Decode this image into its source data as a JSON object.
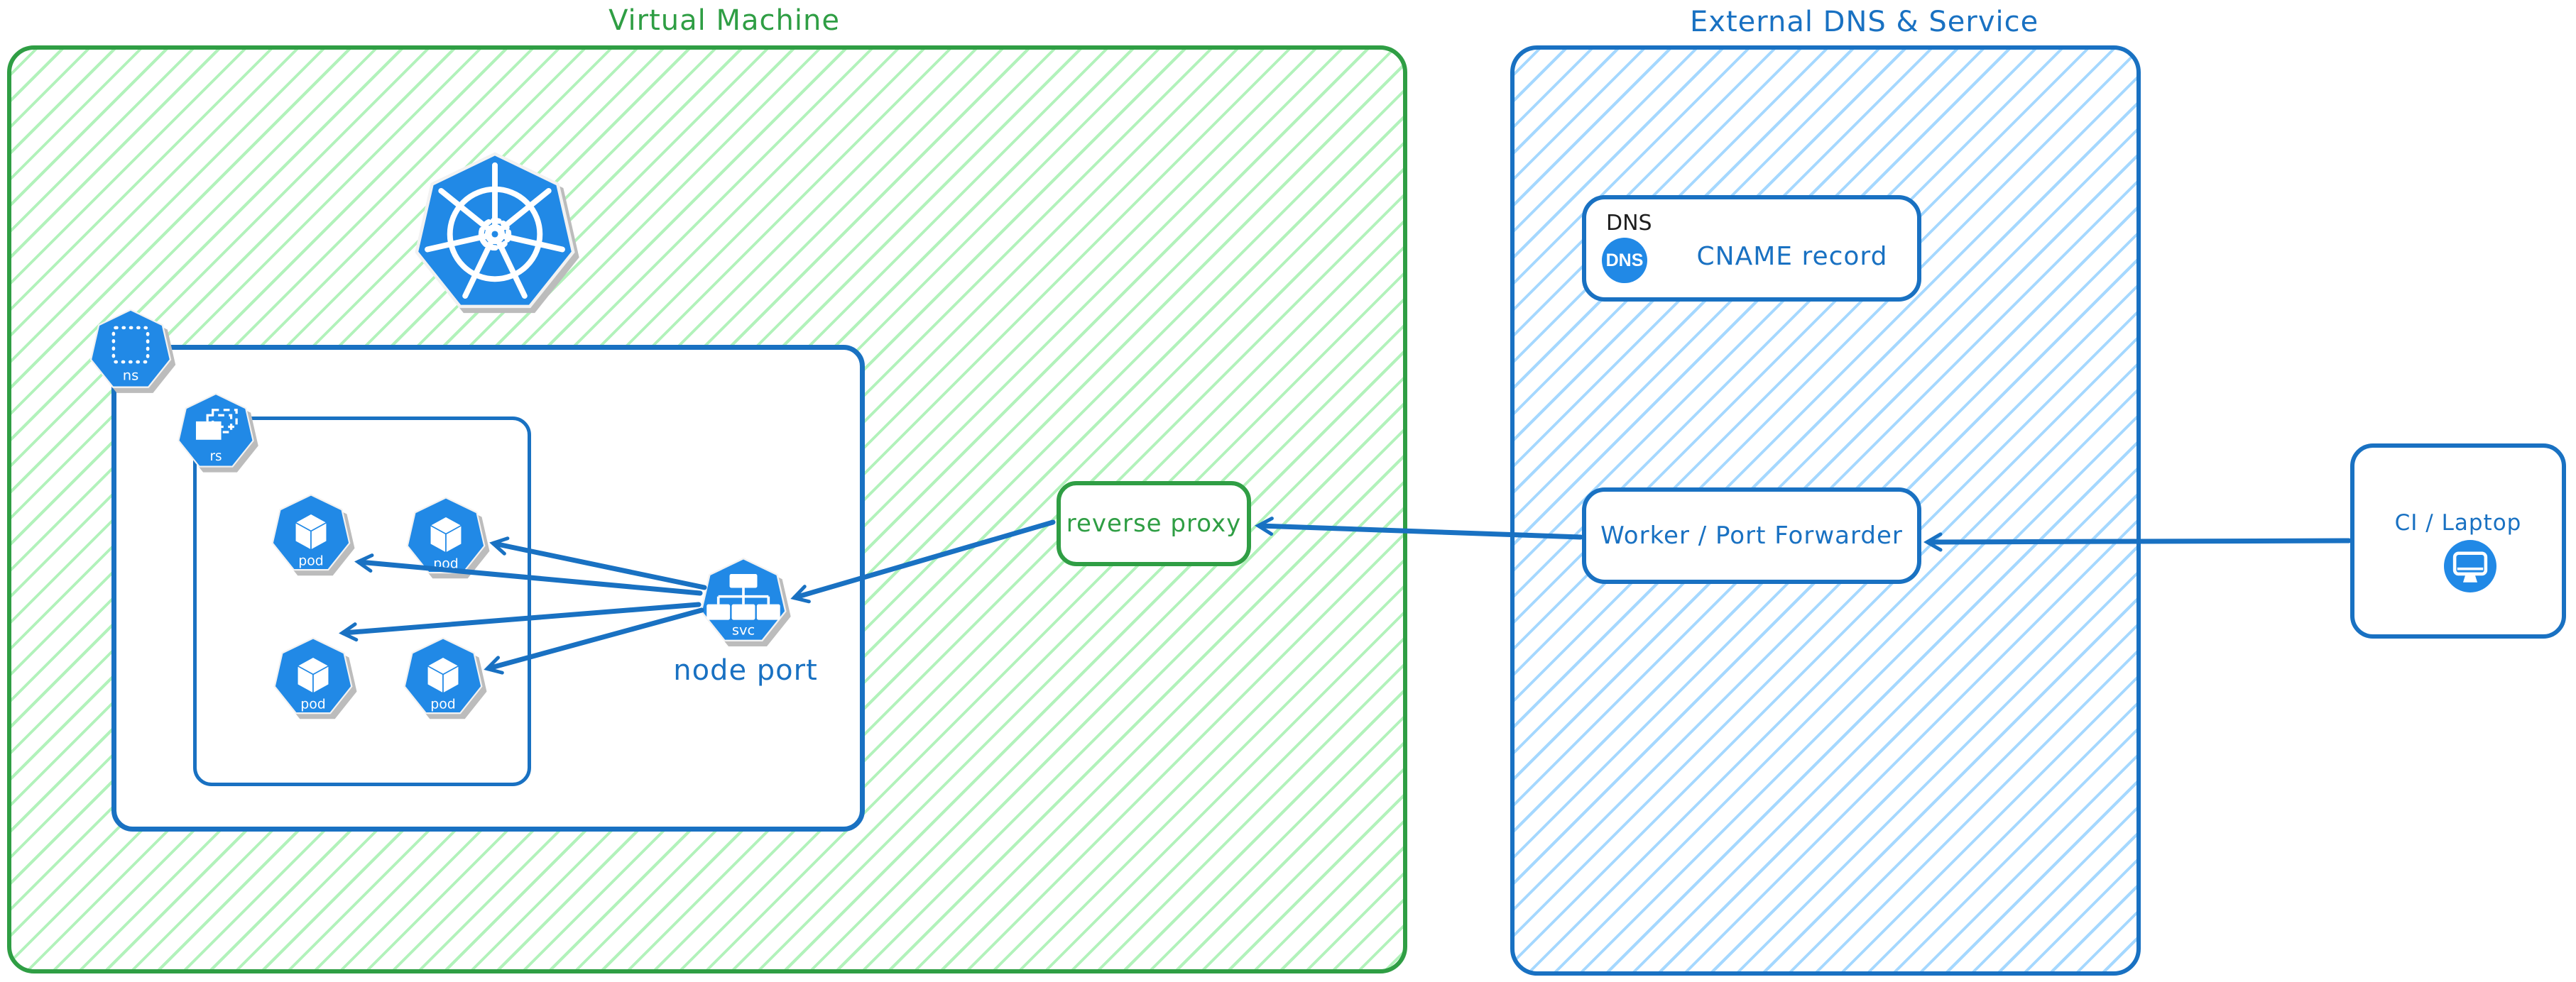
{
  "vm": {
    "title": "Virtual Machine",
    "node_port_label": "node port",
    "reverse_proxy_label": "reverse proxy",
    "ns_icon_label": "ns",
    "rs_icon_label": "rs",
    "svc_icon_label": "svc",
    "pod_labels": [
      "pod",
      "pod",
      "pod",
      "pod"
    ]
  },
  "external": {
    "title": "External DNS & Service",
    "dns_caption": "DNS",
    "dns_badge": "DNS",
    "cname_label": "CNAME record",
    "worker_label": "Worker / Port Forwarder"
  },
  "client": {
    "label": "CI / Laptop"
  },
  "colors": {
    "green_stroke": "#2f9e44",
    "green_hatch": "#b2f2bb",
    "blue_stroke": "#1971c2",
    "blue_hatch": "#a5d8ff",
    "k8s_blue": "#2189e6",
    "text_black": "#1e1e1e",
    "shadow_gray": "#bcbcbc"
  }
}
